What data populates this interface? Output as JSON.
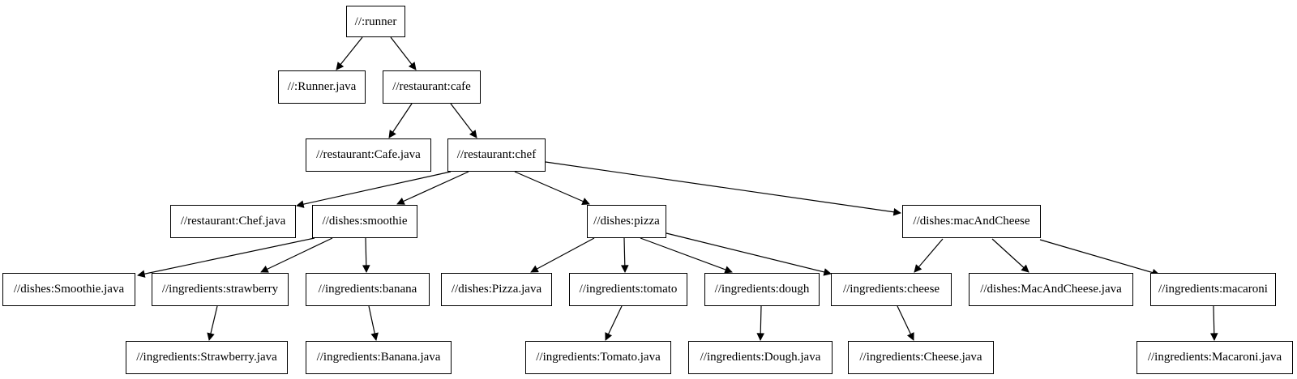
{
  "diagram": {
    "type": "dependency-graph",
    "colors": {
      "background": "#ffffff",
      "node_fill": "#ffffff",
      "node_border": "#000000",
      "edge": "#000000",
      "text": "#000000"
    },
    "nodes": {
      "runner": "//:runner",
      "runner_java": "//:Runner.java",
      "cafe": "//restaurant:cafe",
      "cafe_java": "//restaurant:Cafe.java",
      "chef": "//restaurant:chef",
      "chef_java": "//restaurant:Chef.java",
      "smoothie": "//dishes:smoothie",
      "pizza": "//dishes:pizza",
      "mac_and_cheese": "//dishes:macAndCheese",
      "smoothie_java": "//dishes:Smoothie.java",
      "strawberry": "//ingredients:strawberry",
      "banana": "//ingredients:banana",
      "pizza_java": "//dishes:Pizza.java",
      "tomato": "//ingredients:tomato",
      "dough": "//ingredients:dough",
      "cheese": "//ingredients:cheese",
      "mac_and_cheese_java": "//dishes:MacAndCheese.java",
      "macaroni": "//ingredients:macaroni",
      "strawberry_java": "//ingredients:Strawberry.java",
      "banana_java": "//ingredients:Banana.java",
      "tomato_java": "//ingredients:Tomato.java",
      "dough_java": "//ingredients:Dough.java",
      "cheese_java": "//ingredients:Cheese.java",
      "macaroni_java": "//ingredients:Macaroni.java"
    },
    "edges": [
      {
        "from": "//:runner",
        "to": "//:Runner.java"
      },
      {
        "from": "//:runner",
        "to": "//restaurant:cafe"
      },
      {
        "from": "//restaurant:cafe",
        "to": "//restaurant:Cafe.java"
      },
      {
        "from": "//restaurant:cafe",
        "to": "//restaurant:chef"
      },
      {
        "from": "//restaurant:chef",
        "to": "//restaurant:Chef.java"
      },
      {
        "from": "//restaurant:chef",
        "to": "//dishes:smoothie"
      },
      {
        "from": "//restaurant:chef",
        "to": "//dishes:pizza"
      },
      {
        "from": "//restaurant:chef",
        "to": "//dishes:macAndCheese"
      },
      {
        "from": "//dishes:smoothie",
        "to": "//dishes:Smoothie.java"
      },
      {
        "from": "//dishes:smoothie",
        "to": "//ingredients:strawberry"
      },
      {
        "from": "//dishes:smoothie",
        "to": "//ingredients:banana"
      },
      {
        "from": "//dishes:pizza",
        "to": "//dishes:Pizza.java"
      },
      {
        "from": "//dishes:pizza",
        "to": "//ingredients:tomato"
      },
      {
        "from": "//dishes:pizza",
        "to": "//ingredients:dough"
      },
      {
        "from": "//dishes:pizza",
        "to": "//ingredients:cheese"
      },
      {
        "from": "//dishes:macAndCheese",
        "to": "//ingredients:cheese"
      },
      {
        "from": "//dishes:macAndCheese",
        "to": "//dishes:MacAndCheese.java"
      },
      {
        "from": "//dishes:macAndCheese",
        "to": "//ingredients:macaroni"
      },
      {
        "from": "//ingredients:strawberry",
        "to": "//ingredients:Strawberry.java"
      },
      {
        "from": "//ingredients:banana",
        "to": "//ingredients:Banana.java"
      },
      {
        "from": "//ingredients:tomato",
        "to": "//ingredients:Tomato.java"
      },
      {
        "from": "//ingredients:dough",
        "to": "//ingredients:Dough.java"
      },
      {
        "from": "//ingredients:cheese",
        "to": "//ingredients:Cheese.java"
      },
      {
        "from": "//ingredients:macaroni",
        "to": "//ingredients:Macaroni.java"
      }
    ]
  }
}
